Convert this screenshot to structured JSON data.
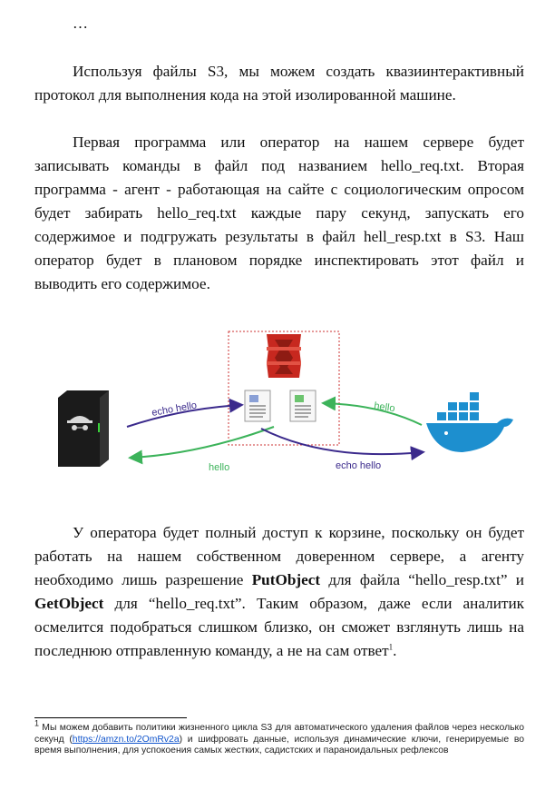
{
  "document": {
    "ellipsis": "…",
    "para1": "Используя файлы S3, мы можем создать квазиинтерактивный протокол для выполнения кода на этой изолированной машине.",
    "para2": "Первая программа или оператор на нашем сервере будет записывать команды в файл под названием hello_req.txt. Вторая программа - агент - работающая на сайте с социологическим опросом будет забирать hello_req.txt каждые пару секунд, запускать его содержимое и подгружать результаты в файл hell_resp.txt в S3. Наш оператор будет в плановом порядке инспектировать этот файл и выводить его содержимое.",
    "para3": {
      "part1": "У оператора будет полный доступ к корзине, поскольку он будет работать на нашем собственном доверенном сервере, а агенту необходимо лишь разрешение ",
      "bold1": "PutObject",
      "part2": " для файла “hello_resp.txt” и ",
      "bold2": "GetObject",
      "part3": " для “hello_req.txt”. Таким образом, даже если аналитик осмелится подобраться слишком близко, он сможет взглянуть лишь на последнюю отправленную команду, а не на сам ответ",
      "sup": "1",
      "end": "."
    }
  },
  "diagram": {
    "label_top_left": "echo hello",
    "label_top_right": "hello",
    "label_bottom_left": "hello",
    "label_bottom_right": "echo hello",
    "colors": {
      "purple": "#3b2a8c",
      "green": "#3cb35a",
      "s3_red": "#c7281f",
      "docker_blue": "#1d8fcf",
      "server_dark": "#1b1b1b",
      "box_border": "#cc3333"
    }
  },
  "footnote": {
    "mark": "1",
    "part1": " Мы можем добавить политики жизненного цикла S3 для автоматического удаления файлов через несколько секунд (",
    "link": "https://amzn.to/2OmRv2a",
    "part2": ") и шифровать данные, используя динамические ключи, генерируемые во время выполнения, для успокоения самых жестких, садистских и параноидальных рефлексов"
  }
}
